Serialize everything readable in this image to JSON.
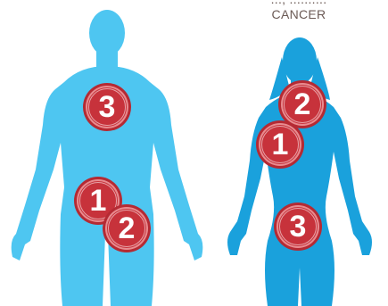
{
  "caption": {
    "line1": "..., ..........",
    "line2": "CANCER"
  },
  "colors": {
    "male_body": "#4ec6f1",
    "female_body": "#1aa1dc",
    "marker_fill": "#c7323b",
    "marker_text": "#ffffff",
    "caption_text": "#6b5a55"
  },
  "male": {
    "markers": [
      "3",
      "1",
      "2"
    ]
  },
  "female": {
    "markers": [
      "2",
      "1",
      "3"
    ]
  }
}
